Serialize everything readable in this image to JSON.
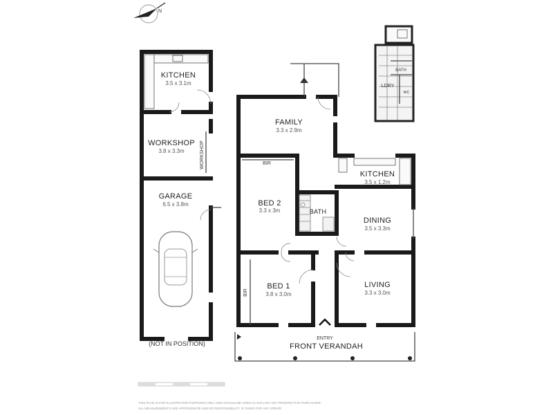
{
  "rooms": {
    "kitchen_rear": {
      "name": "KITCHEN",
      "dims": "3.5 x 3.1m"
    },
    "workshop": {
      "name": "WORKSHOP",
      "dims": "3.8 x 3.3m",
      "side_label": "WORKSHOP"
    },
    "garage": {
      "name": "GARAGE",
      "dims": "6.5 x 3.8m",
      "note": "(NOT IN POSITION)"
    },
    "family": {
      "name": "FAMILY",
      "dims": "3.3 x 2.9m"
    },
    "bed2": {
      "name": "BED 2",
      "dims": "3.3 x 3m",
      "bir": "BIR"
    },
    "bath": {
      "name": "BATH"
    },
    "kitchen_main": {
      "name": "KITCHEN",
      "dims": "3.5 x 1.2m"
    },
    "dining": {
      "name": "DINING",
      "dims": "3.5 x 3.3m"
    },
    "bed1": {
      "name": "BED 1",
      "dims": "3.8 x 3.0m",
      "bir": "BIR"
    },
    "living": {
      "name": "LIVING",
      "dims": "3.3 x 3.0m"
    },
    "laundry": {
      "name": "LDRY",
      "bath": "BATH",
      "wc": "WC"
    }
  },
  "labels": {
    "entry": "ENTRY",
    "front_verandah": "FRONT VERANDAH"
  },
  "icons": {
    "compass": "north-compass-icon",
    "car": "car-icon"
  },
  "disclaimer": {
    "line1": "THIS PLAN IS FOR ILLUSTRATIVE PURPOSES ONLY AND SHOULD BE USED AS SUCH BY ANY PROSPECTIVE PURCHASER",
    "line2": "ALL MEASUREMENTS ARE APPROXIMATE AND NO RESPONSIBILITY IS TAKEN FOR ANY ERROR"
  },
  "colors": {
    "wall": "#1a1a1a",
    "tile": "#f2f2f2"
  }
}
